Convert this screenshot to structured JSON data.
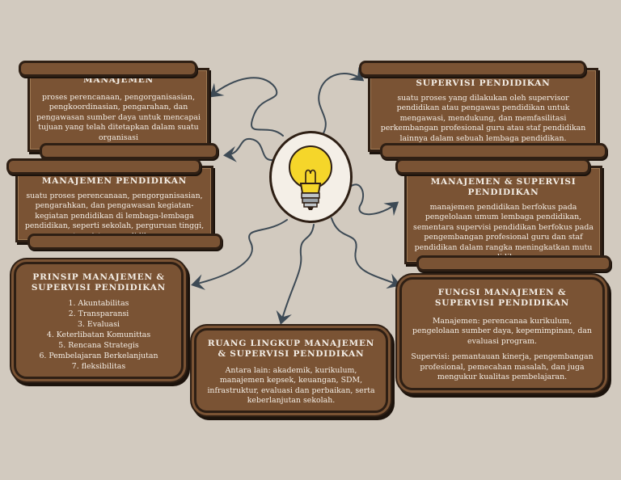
{
  "center": {
    "icon": "lightbulb-icon"
  },
  "nodes": {
    "manajemen": {
      "title": "MANAJEMEN",
      "text": "proses perencanaan, pengorganisasian, pengkoordinasian, pengarahan, dan pengawasan sumber daya untuk mencapai tujuan yang telah ditetapkan dalam suatu organisasi"
    },
    "manajemen_pendidikan": {
      "title": "MANAJEMEN PENDIDIKAN",
      "text": "suatu proses perencanaan, pengorganisasian, pengarahkan, dan pengawasan kegiatan-kegiatan pendidikan di lembaga-lembaga pendidikan, seperti sekolah, perguruan tinggi, atau sistem pendidikan."
    },
    "prinsip": {
      "title": "PRINSIP MANAJEMEN & SUPERVISI PENDIDIKAN",
      "items": [
        "1.    Akuntabilitas",
        "2.    Transparansi",
        "3.    Evaluasi",
        "4.    Keterlibatan Komunittas",
        "5.    Rencana Strategis",
        "6.    Pembelajaran Berkelanjutan",
        "7.    fleksibilitas"
      ]
    },
    "ruang_lingkup": {
      "title": "RUANG LINGKUP MANAJEMEN & SUPERVISI PENDIDIKAN",
      "text": "Antara lain: akademik, kurikulum, manajemen kepsek, keuangan, SDM, infrastruktur, evaluasi dan perbaikan, serta keberlanjutan sekolah."
    },
    "supervisi": {
      "title": "SUPERVISI PENDIDIKAN",
      "text": "suatu proses yang dilakukan oleh supervisor pendidikan atau pengawas pendidikan untuk mengawasi, mendukung, dan memfasilitasi perkembangan profesional guru atau staf pendidikan lainnya dalam sebuah lembaga pendidikan."
    },
    "manajemen_supervisi": {
      "title": "MANAJEMEN & SUPERVISI PENDIDIKAN",
      "text": "manajemen pendidikan berfokus pada pengelolaan umum lembaga pendidikan, sementara supervisi pendidikan berfokus pada pengembangan profesional guru dan staf pendidikan dalam rangka meningkatkan mutu pendidikan."
    },
    "fungsi": {
      "title": "FUNGSI MANAJEMEN & SUPERVISI PENDIDIKAN",
      "text1": "Manajemen: perencanaa kurikulum, pengelolaan sumber daya, kepemimpinan, dan evaluasi program.",
      "text2": "Supervisi: pemantauan kinerja, pengembangan profesional, pemecahan masalah, dan juga mengukur kualitas pembelajaran."
    }
  },
  "colors": {
    "background": "#d2cabf",
    "box": "#7a5334",
    "outline": "#2e1f14",
    "arrow": "#3d4a55",
    "bulb": "#f5d62a"
  }
}
